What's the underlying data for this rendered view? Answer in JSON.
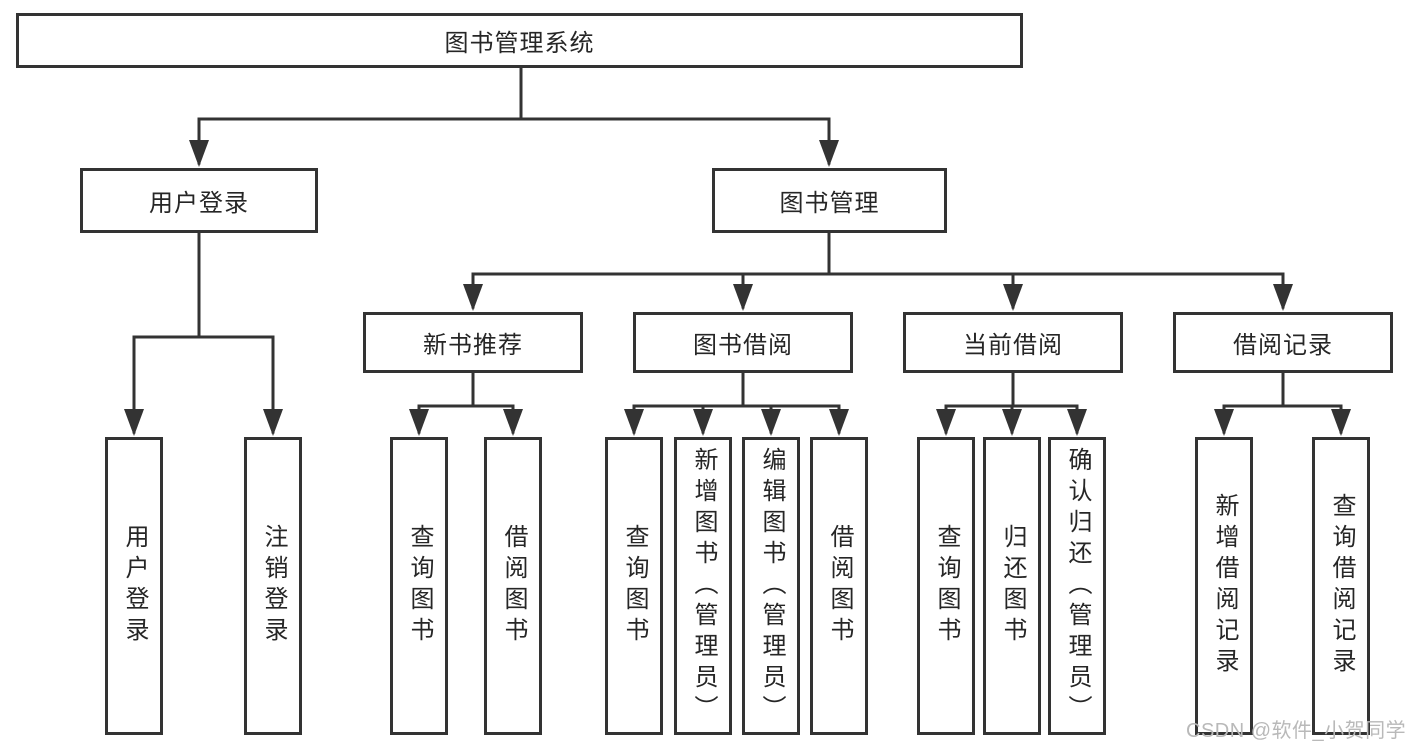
{
  "page": {
    "background": "#ffffff"
  },
  "colors": {
    "line": "#333333",
    "box_border": "#333333",
    "box_fill": "#ffffff",
    "text": "#262626",
    "watermark": "#b9b9b9"
  },
  "tree": {
    "root": {
      "label": "图书管理系统"
    },
    "branches": [
      {
        "label": "用户登录",
        "children": [
          {
            "label": "用户登录"
          },
          {
            "label": "注销登录"
          }
        ]
      },
      {
        "label": "图书管理",
        "children": [
          {
            "label": "新书推荐",
            "children": [
              {
                "label": "查询图书"
              },
              {
                "label": "借阅图书"
              }
            ]
          },
          {
            "label": "图书借阅",
            "children": [
              {
                "label": "查询图书"
              },
              {
                "label": "新增图书（管理员）"
              },
              {
                "label": "编辑图书（管理员）"
              },
              {
                "label": "借阅图书"
              }
            ]
          },
          {
            "label": "当前借阅",
            "children": [
              {
                "label": "查询图书"
              },
              {
                "label": "归还图书"
              },
              {
                "label": "确认归还（管理员）"
              }
            ]
          },
          {
            "label": "借阅记录",
            "children": [
              {
                "label": "新增借阅记录"
              },
              {
                "label": "查询借阅记录"
              }
            ]
          }
        ]
      }
    ]
  },
  "watermark": {
    "text": "CSDN @软件_小贺同学"
  }
}
